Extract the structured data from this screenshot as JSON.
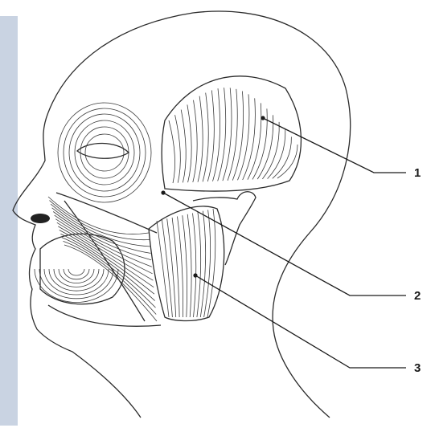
{
  "diagram": {
    "labels": [
      {
        "id": "1",
        "text": "1"
      },
      {
        "id": "2",
        "text": "2"
      },
      {
        "id": "3",
        "text": "3"
      }
    ]
  }
}
